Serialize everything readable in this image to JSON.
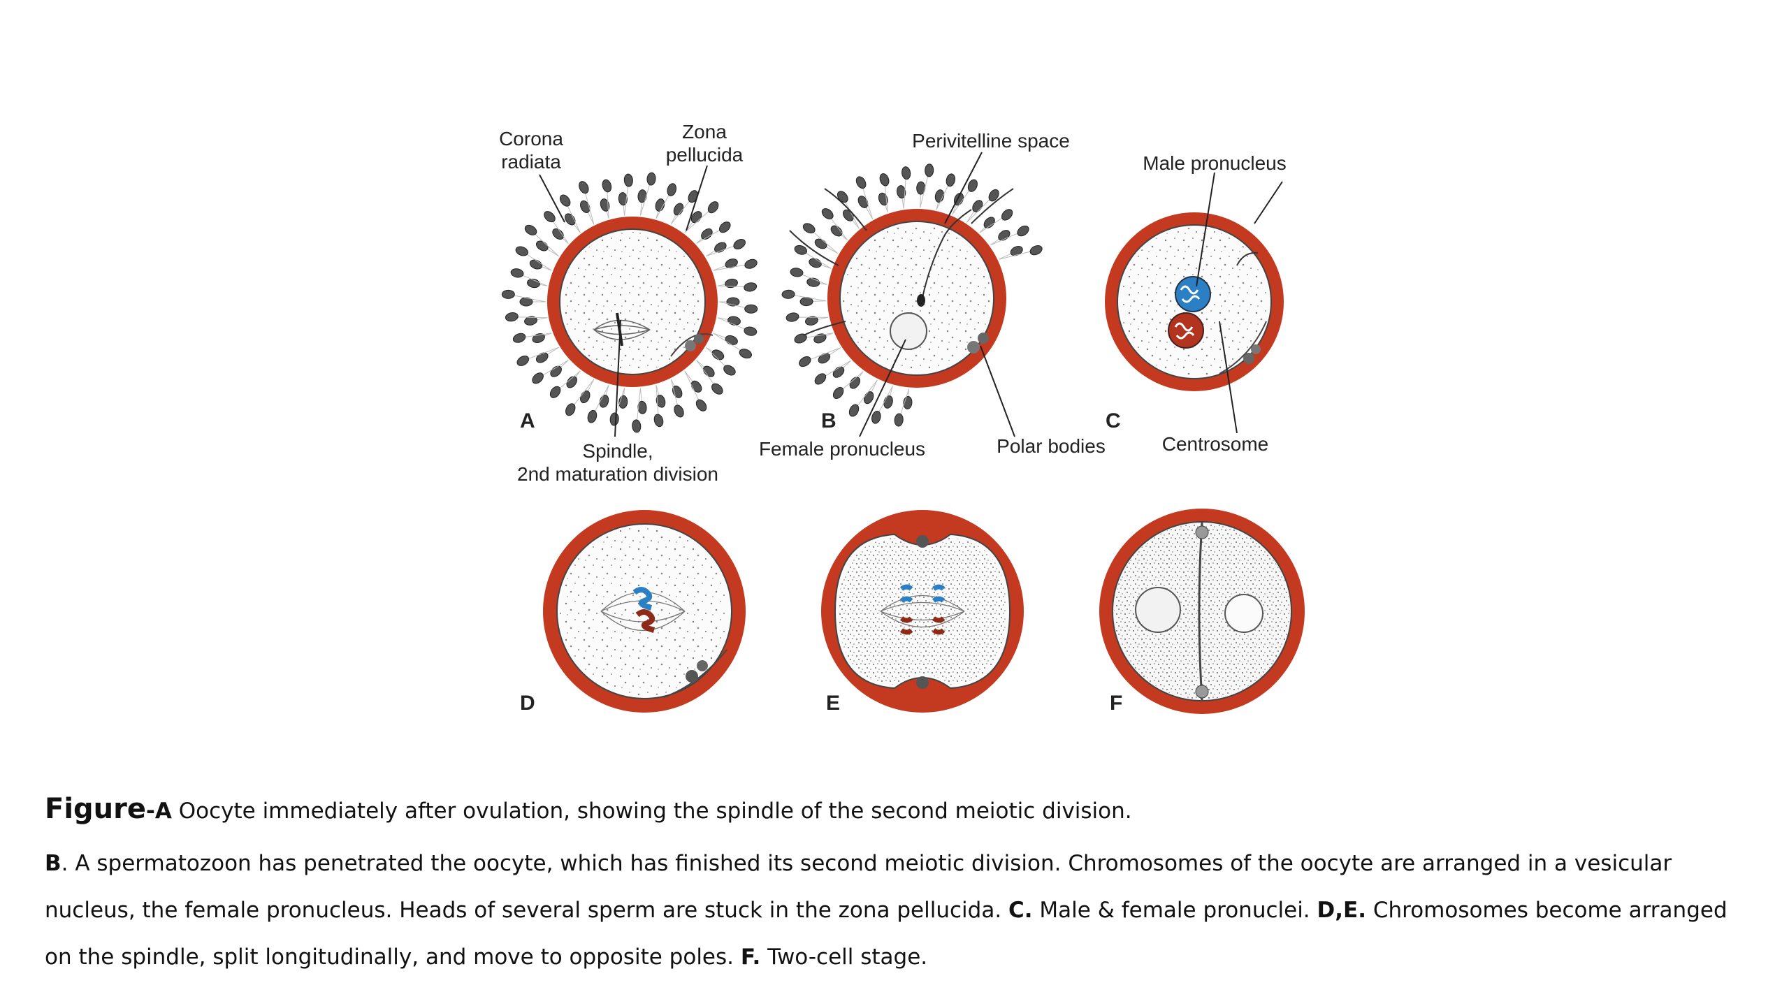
{
  "figure": {
    "labels": {
      "corona": [
        "Corona",
        "radiata"
      ],
      "zona": [
        "Zona",
        "pellucida"
      ],
      "perivitelline": "Perivitelline space",
      "male_pronucleus": "Male pronucleus",
      "spindle": [
        "Spindle,",
        "2nd maturation division"
      ],
      "female_pronucleus": "Female pronucleus",
      "polar_bodies": "Polar bodies",
      "centrosome": "Centrosome"
    },
    "panels": [
      "A",
      "B",
      "C",
      "D",
      "E",
      "F"
    ],
    "colors": {
      "zona_ring": "#c33a20",
      "male_pronucleus": "#2b7fc4",
      "female_pronucleus": "#b2331e",
      "cytoplasm": "#fbfbfb",
      "corona_cells": "#555555"
    }
  },
  "caption": {
    "figure_word": "Figure",
    "a_dash": "-",
    "a_letter": "A",
    "a_text": " Oocyte immediately after ovulation, showing the spindle of the second meiotic division.",
    "b_letter": "B",
    "b_text": ". A spermatozoon has penetrated the oocyte, which has finished its second meiotic division. Chromosomes of the oocyte are arranged in a vesicular nucleus, the female pronucleus. Heads of several sperm are stuck in the zona pellucida. ",
    "c_letter": "C.",
    "c_text": " Male & female pronuclei.  ",
    "de_letter": "D,E.",
    "de_text": " Chromosomes become arranged on the spindle, split longitudinally, and move to opposite poles. ",
    "f_letter": "F.",
    "f_text": " Two-cell stage."
  }
}
